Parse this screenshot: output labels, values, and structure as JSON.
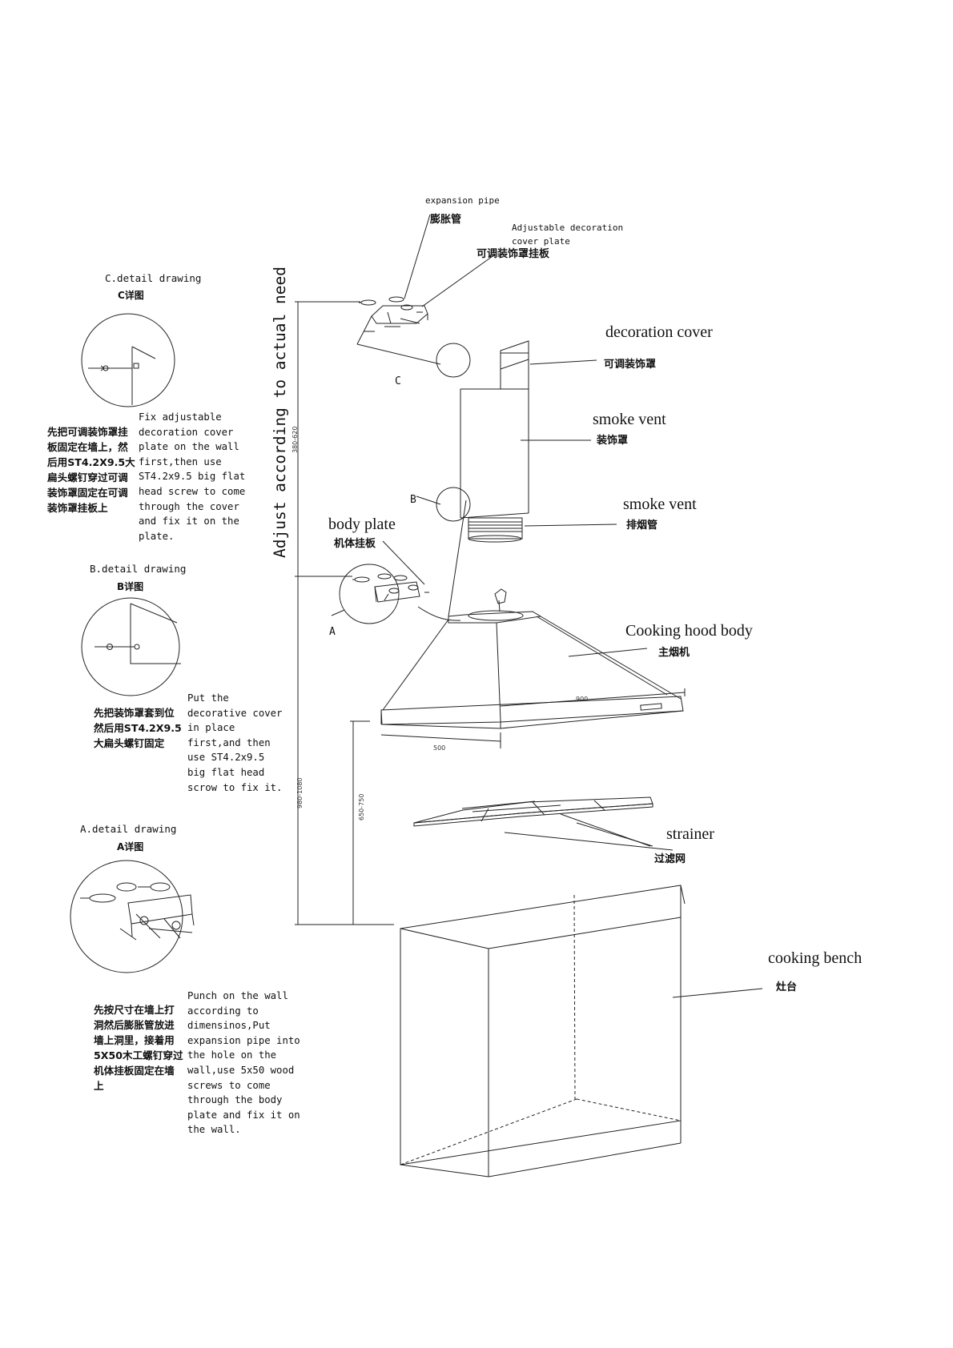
{
  "labels": {
    "expansion_pipe_en": "expansion pipe",
    "expansion_pipe_zh": "膨胀管",
    "adj_plate_en_1": "Adjustable decoration",
    "adj_plate_en_2": "cover plate",
    "adj_plate_zh": "可调装饰罩挂板",
    "decoration_cover_en": "decoration cover",
    "decoration_cover_zh": "可调装饰罩",
    "smoke_vent_en_1": "smoke vent",
    "smoke_vent_zh_1": "装饰罩",
    "smoke_vent_en_2": "smoke vent",
    "smoke_vent_zh_2": "排烟管",
    "body_plate_en": "body plate",
    "body_plate_zh": "机体挂板",
    "hood_body_en": "Cooking hood body",
    "hood_body_zh": "主烟机",
    "strainer_en": "strainer",
    "strainer_zh": "过滤网",
    "bench_en": "cooking bench",
    "bench_zh": "灶台",
    "adjust_vertical": "Adjust according to actual need",
    "mark_c": "C",
    "mark_b": "B",
    "mark_a": "A"
  },
  "dimensions": {
    "range_380_620": "380-620",
    "range_980_1080": "980-1080",
    "range_650_750": "650-750",
    "width_900": "900",
    "depth_500": "500"
  },
  "details": {
    "c_title_en": "C.detail drawing",
    "c_title_zh": "C详图",
    "c_text_en": "Fix adjustable\ndecoration cover\nplate on the wall\nfirst,then use\nST4.2x9.5 big flat\nhead screw to come\nthrough the cover\nand fix it on the\nplate.",
    "c_text_zh": "先把可调装饰罩挂\n板固定在墙上，然\n后用ST4.2X9.5大\n扁头螺钉穿过可调\n装饰罩固定在可调\n装饰罩挂板上",
    "b_title_en": "B.detail drawing",
    "b_title_zh": "B详图",
    "b_text_en": "Put the\ndecorative cover\nin place\nfirst,and then\nuse ST4.2x9.5\nbig flat head\nscrow to fix it.",
    "b_text_zh": "先把装饰罩套到位\n然后用ST4.2X9.5\n大扁头螺钉固定",
    "a_title_en": "A.detail drawing",
    "a_title_zh": "A详图",
    "a_text_en": "Punch on the wall\naccording to\ndimensinos,Put\nexpansion pipe into\nthe hole on the\nwall,use 5x50 wood\nscrews to come\nthrough the body\nplate and fix it on\nthe wall.",
    "a_text_zh": "先按尺寸在墙上打\n洞然后膨胀管放进\n墙上洞里，接着用\n5X50木工螺钉穿过\n机体挂板固定在墙\n上"
  }
}
